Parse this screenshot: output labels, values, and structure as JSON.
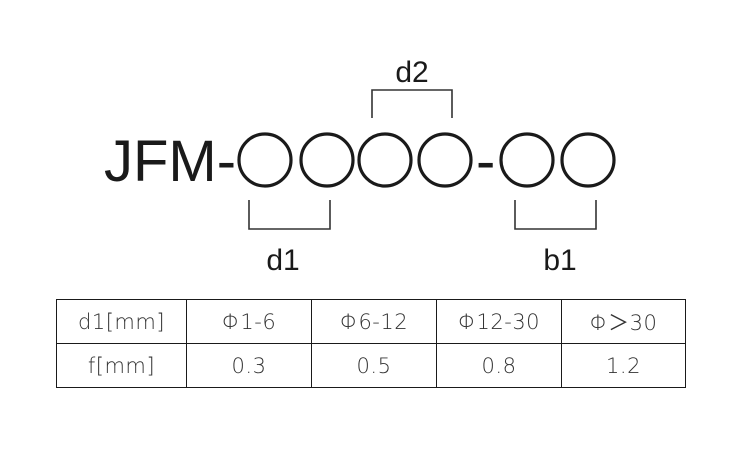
{
  "model_code": {
    "prefix": "JFM-",
    "dash": "-"
  },
  "dimension_labels": {
    "d1": "d1",
    "d2": "d2",
    "b1": "b1"
  },
  "spec_table": {
    "rows": [
      {
        "header": "d1[mm]",
        "cells": [
          "Φ1-6",
          "Φ6-12",
          "Φ12-30",
          "Φ＞30"
        ]
      },
      {
        "header": "f[mm]",
        "cells": [
          "0.3",
          "0.5",
          "0.8",
          "1.2"
        ]
      }
    ]
  }
}
